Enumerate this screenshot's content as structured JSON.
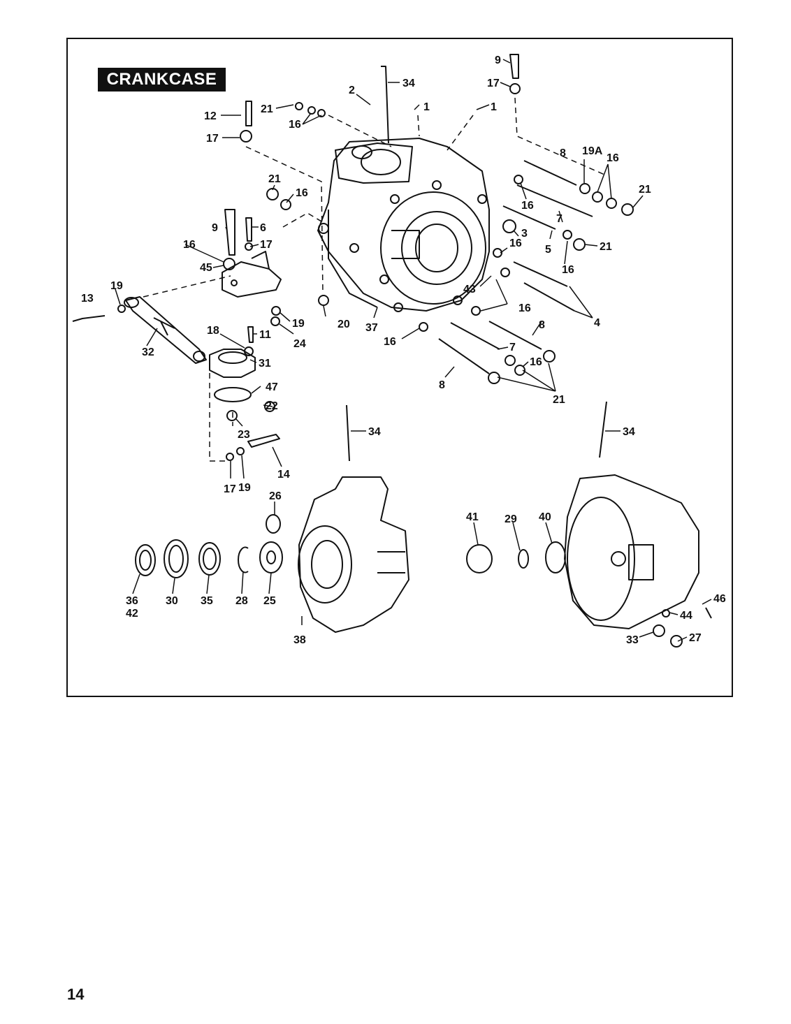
{
  "title": "CRANKCASE",
  "page_number": "14",
  "callouts": [
    {
      "id": "c1",
      "text": "9"
    },
    {
      "id": "c2",
      "text": "17"
    },
    {
      "id": "c3",
      "text": "34"
    },
    {
      "id": "c4",
      "text": "2"
    },
    {
      "id": "c5",
      "text": "1"
    },
    {
      "id": "c6",
      "text": "1"
    },
    {
      "id": "c7",
      "text": "12"
    },
    {
      "id": "c8",
      "text": "21"
    },
    {
      "id": "c9",
      "text": "16"
    },
    {
      "id": "c10",
      "text": "17"
    },
    {
      "id": "c11",
      "text": "8"
    },
    {
      "id": "c12",
      "text": "19A"
    },
    {
      "id": "c13",
      "text": "16"
    },
    {
      "id": "c14",
      "text": "21"
    },
    {
      "id": "c15",
      "text": "16"
    },
    {
      "id": "c16",
      "text": "21"
    },
    {
      "id": "c17",
      "text": "16"
    },
    {
      "id": "c18",
      "text": "7"
    },
    {
      "id": "c19",
      "text": "9"
    },
    {
      "id": "c20",
      "text": "6"
    },
    {
      "id": "c21",
      "text": "17"
    },
    {
      "id": "c22",
      "text": "16"
    },
    {
      "id": "c23",
      "text": "3"
    },
    {
      "id": "c24",
      "text": "16"
    },
    {
      "id": "c25",
      "text": "5"
    },
    {
      "id": "c26",
      "text": "21"
    },
    {
      "id": "c27",
      "text": "45"
    },
    {
      "id": "c28",
      "text": "16"
    },
    {
      "id": "c29",
      "text": "13"
    },
    {
      "id": "c30",
      "text": "19"
    },
    {
      "id": "c31",
      "text": "43"
    },
    {
      "id": "c32",
      "text": "16"
    },
    {
      "id": "c33",
      "text": "4"
    },
    {
      "id": "c34",
      "text": "20"
    },
    {
      "id": "c35",
      "text": "37"
    },
    {
      "id": "c36",
      "text": "19"
    },
    {
      "id": "c37",
      "text": "24"
    },
    {
      "id": "c38",
      "text": "18"
    },
    {
      "id": "c39",
      "text": "11"
    },
    {
      "id": "c40",
      "text": "8"
    },
    {
      "id": "c41",
      "text": "16"
    },
    {
      "id": "c42",
      "text": "32"
    },
    {
      "id": "c43",
      "text": "31"
    },
    {
      "id": "c44",
      "text": "7"
    },
    {
      "id": "c45",
      "text": "16"
    },
    {
      "id": "c46",
      "text": "47"
    },
    {
      "id": "c47",
      "text": "8"
    },
    {
      "id": "c48",
      "text": "22"
    },
    {
      "id": "c49",
      "text": "21"
    },
    {
      "id": "c50",
      "text": "23"
    },
    {
      "id": "c51",
      "text": "34"
    },
    {
      "id": "c52",
      "text": "34"
    },
    {
      "id": "c53",
      "text": "14"
    },
    {
      "id": "c54",
      "text": "17"
    },
    {
      "id": "c55",
      "text": "19"
    },
    {
      "id": "c56",
      "text": "26"
    },
    {
      "id": "c57",
      "text": "41"
    },
    {
      "id": "c58",
      "text": "29"
    },
    {
      "id": "c59",
      "text": "40"
    },
    {
      "id": "c60",
      "text": "36"
    },
    {
      "id": "c61",
      "text": "42"
    },
    {
      "id": "c62",
      "text": "30"
    },
    {
      "id": "c63",
      "text": "35"
    },
    {
      "id": "c64",
      "text": "28"
    },
    {
      "id": "c65",
      "text": "25"
    },
    {
      "id": "c66",
      "text": "46"
    },
    {
      "id": "c67",
      "text": "44"
    },
    {
      "id": "c68",
      "text": "38"
    },
    {
      "id": "c69",
      "text": "33"
    },
    {
      "id": "c70",
      "text": "27"
    }
  ]
}
